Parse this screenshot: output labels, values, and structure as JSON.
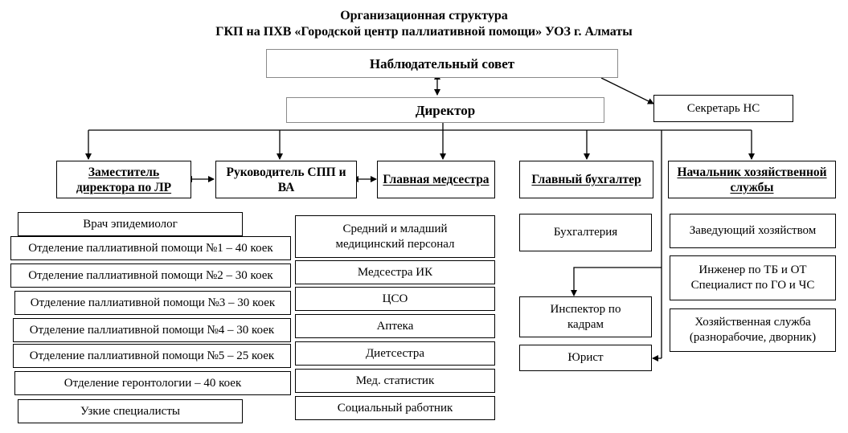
{
  "title": {
    "line1": "Организационная структура",
    "line2": "ГКП на ПХВ «Городской центр паллиативной помощи» УОЗ г. Алматы"
  },
  "top": {
    "council": "Наблюдательный совет",
    "director": "Директор",
    "secretary": "Секретарь НС"
  },
  "heads": {
    "deputy": "Заместитель директора по ЛР",
    "spp_head": "Руководитель СПП и ВА",
    "head_nurse": "Главная медсестра",
    "accountant": "Главный бухгалтер",
    "economy_head": "Начальник хозяйственной службы"
  },
  "deputy_units": [
    "Врач эпидемиолог",
    "Отделение паллиативной помощи №1 – 40 коек",
    "Отделение паллиативной помощи №2 – 30 коек",
    "Отделение паллиативной помощи №3 – 30 коек",
    "Отделение паллиативной помощи №4 – 30 коек",
    "Отделение паллиативной помощи №5 – 25 коек",
    "Отделение геронтологии – 40 коек",
    "Узкие специалисты"
  ],
  "nurse_units": [
    "Средний и младший медицинский персонал",
    "Медсестра ИК",
    "ЦСО",
    "Аптека",
    "Диетсестра",
    "Мед. статистик",
    "Социальный работник"
  ],
  "accounting_units": [
    "Бухгалтерия",
    "Инспектор по кадрам",
    "Юрист"
  ],
  "economy_units": [
    "Заведующий хозяйством",
    "Инженер по ТБ и ОТ Специалист по ГО и ЧС",
    "Хозяйственная служба (разнорабочие, дворник)"
  ]
}
